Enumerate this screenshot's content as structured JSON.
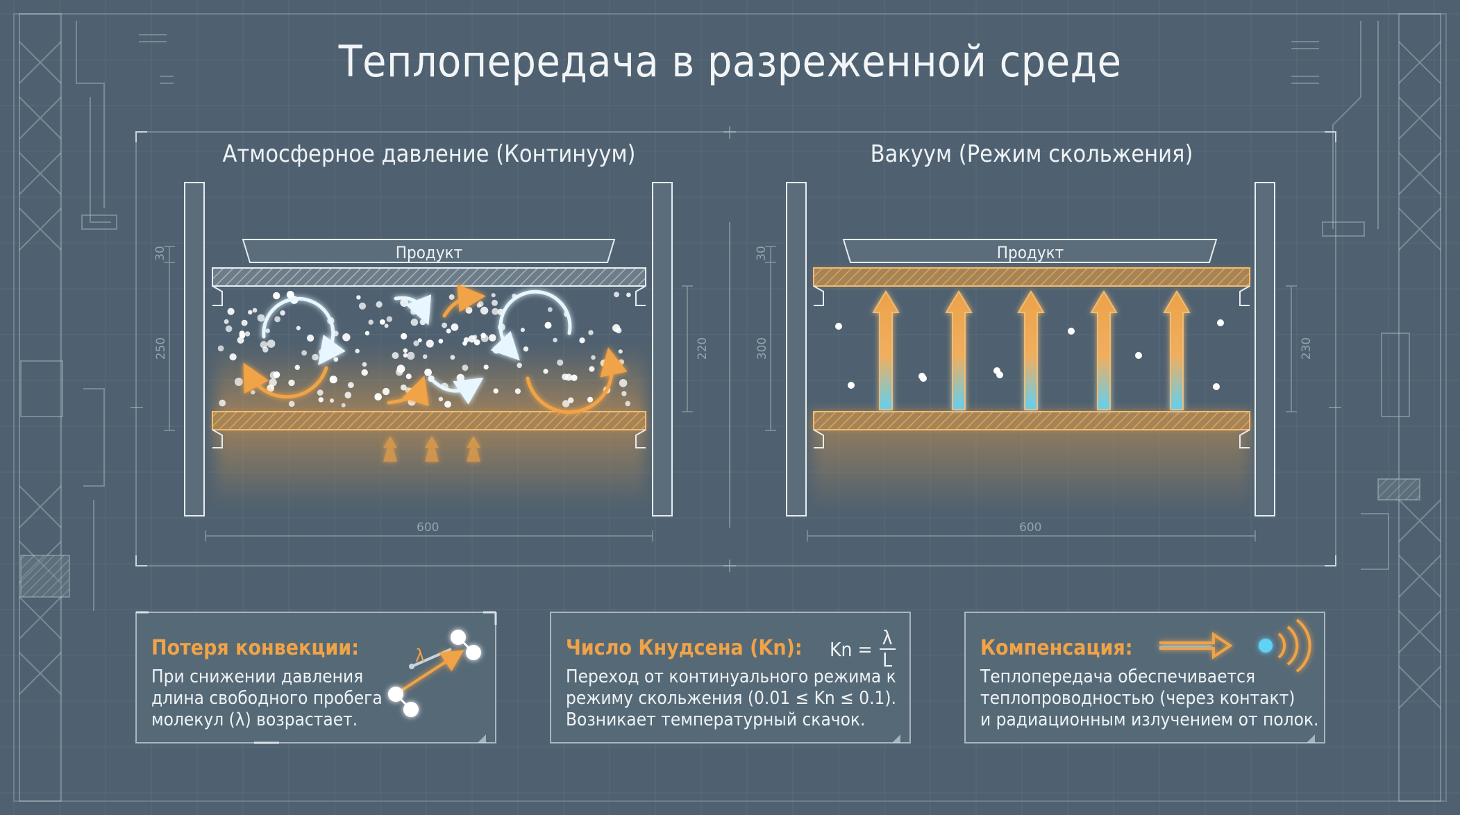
{
  "title": "Теплопередача в разреженной среде",
  "colors": {
    "background": "#4f6170",
    "grid_line": "#c9d4dc",
    "accent_orange": "#f0a347",
    "glow_cyan": "#5fd2f5",
    "text": "#eef2f5"
  },
  "panels": [
    {
      "title": "Атмосферное давление (Континуум)",
      "product_label": "Продукт",
      "dimensions": [
        "600",
        "30",
        "250",
        "220"
      ]
    },
    {
      "title": "Вакуум (Режим скольжения)",
      "product_label": "Продукт",
      "dimensions": [
        "600",
        "30",
        "300",
        "230"
      ]
    }
  ],
  "cards": [
    {
      "title": "Потеря конвекции:",
      "lines": [
        "При снижении давления",
        "длина свободного пробега",
        "молекул (λ) возрастает."
      ],
      "symbol": "λ",
      "icon": "molecule-pair-icon"
    },
    {
      "title": "Число Кнудсена (Kn):",
      "formula": {
        "left": "Kn =",
        "numerator": "λ",
        "denominator": "L"
      },
      "lines": [
        "Переход от континуального режима к",
        "режиму скольжения (0.01 ≤ Kn ≤ 0.1).",
        "Возникает температурный скачок."
      ]
    },
    {
      "title": "Компенсация:",
      "lines": [
        "Теплопередача обеспечивается",
        "теплопроводностью (через контакт)",
        "и радиационным излучением от полок."
      ],
      "icon": "radiation-emission-icon"
    }
  ]
}
